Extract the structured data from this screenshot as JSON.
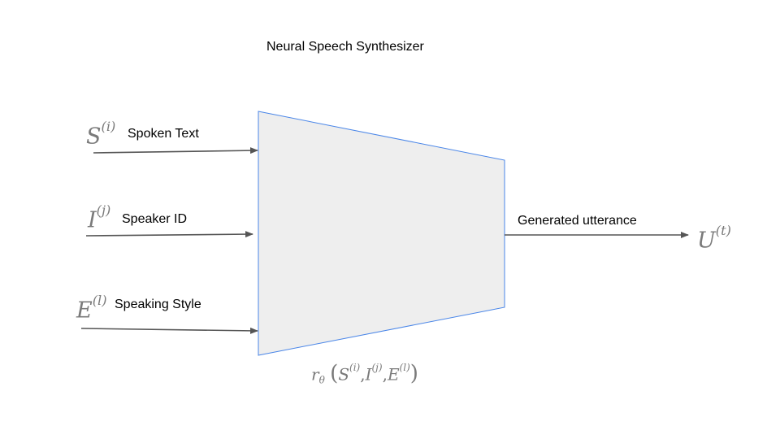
{
  "title": "Neural Speech Synthesizer",
  "inputs": [
    {
      "label": "Spoken Text",
      "symbol": "S",
      "index": "(i)"
    },
    {
      "label": "Speaker ID",
      "symbol": "I",
      "index": "(j)"
    },
    {
      "label": "Speaking Style",
      "symbol": "E",
      "index": "(l)"
    }
  ],
  "output": {
    "label": "Generated utterance",
    "symbol": "U",
    "index": "(t)"
  },
  "formula": {
    "func": "r",
    "param": "θ",
    "open": "(",
    "close": ")",
    "comma": ",",
    "args": [
      {
        "symbol": "S",
        "index": "(i)"
      },
      {
        "symbol": "I",
        "index": "(j)"
      },
      {
        "symbol": "E",
        "index": "(l)"
      }
    ]
  },
  "colors": {
    "block_fill": "#eeeeee",
    "block_stroke": "#4a86e8",
    "arrow": "#555555",
    "math": "#7a7a7a"
  }
}
